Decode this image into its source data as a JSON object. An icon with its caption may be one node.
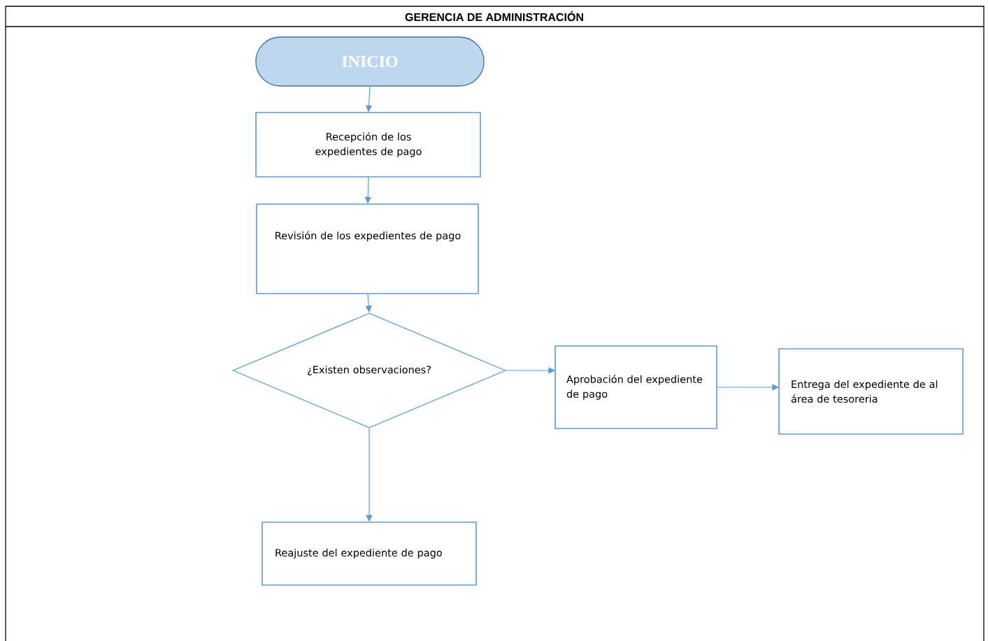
{
  "diagram": {
    "title": "GERENCIA DE ADMINISTRACIÓN",
    "nodes": [
      {
        "text": [
          "INICIO"
        ]
      },
      {
        "text": [
          "Recepción de los expedientes de pago"
        ]
      },
      {
        "text": [
          "Revisión de los expedientes de pago"
        ]
      },
      {
        "text": [
          "¿Existen observaciones?"
        ]
      },
      {
        "text": [
          "Aprobación del expediente de pago"
        ]
      },
      {
        "text": [
          "Entrega del expediente de al área de tesoreria"
        ]
      },
      {
        "text": [
          "Reajuste del expediente de pago"
        ]
      }
    ],
    "edges": [
      {
        "from": 0,
        "to": 1,
        "arrow": "to"
      },
      {
        "from": 1,
        "to": 2,
        "arrow": "to"
      },
      {
        "from": 2,
        "to": 3,
        "arrow": "to"
      },
      {
        "from": 3,
        "to": 4,
        "arrow": "to"
      },
      {
        "from": 4,
        "to": 5,
        "arrow": "to"
      },
      {
        "from": 3,
        "to": 6,
        "arrow": "to"
      }
    ]
  }
}
